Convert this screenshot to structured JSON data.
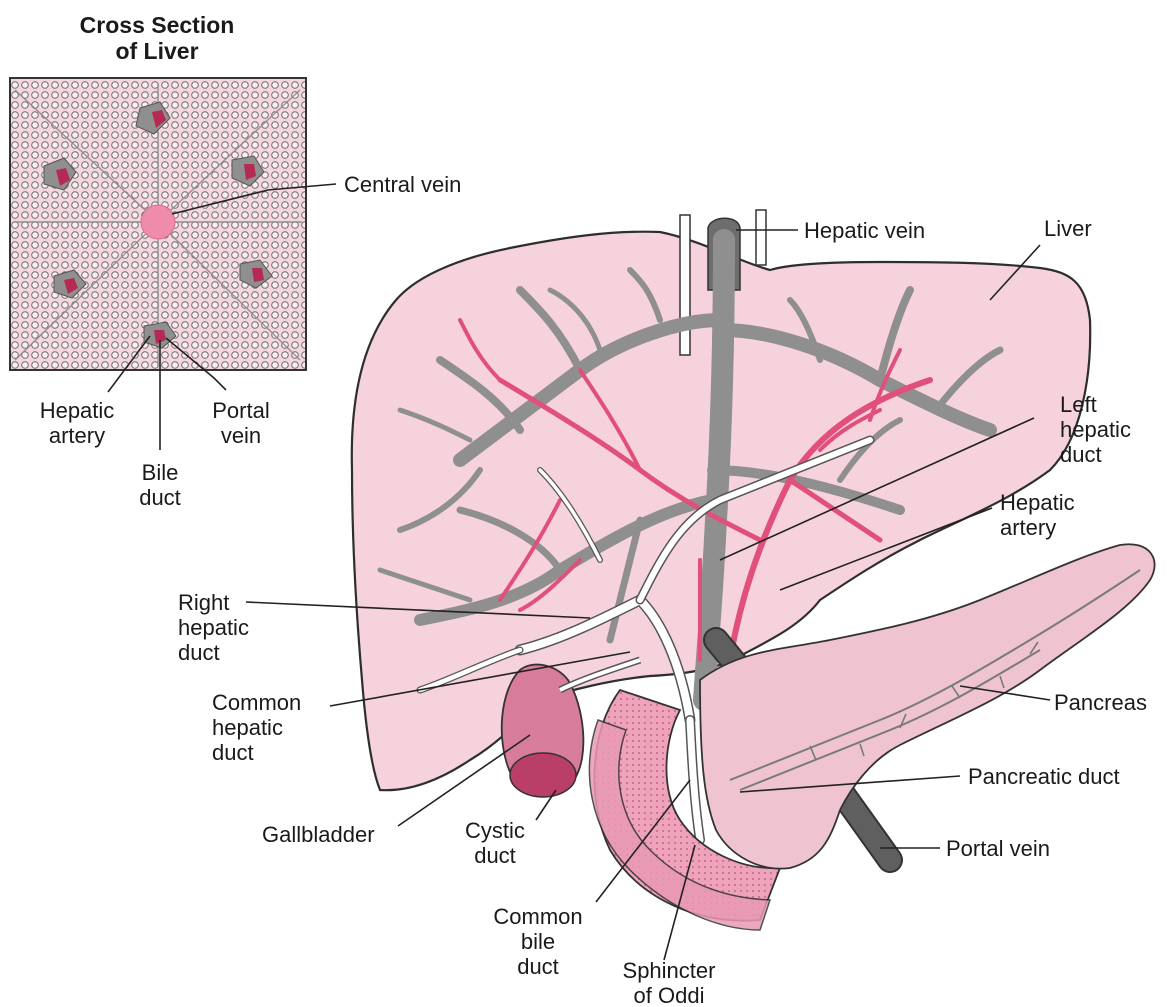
{
  "inset": {
    "title": "Cross Section\nof Liver",
    "labels": {
      "central_vein": "Central vein",
      "hepatic_artery": "Hepatic\nartery",
      "portal_vein": "Portal\nvein",
      "bile_duct": "Bile\nduct"
    }
  },
  "main": {
    "labels": {
      "hepatic_vein": "Hepatic vein",
      "liver": "Liver",
      "left_hepatic_duct": "Left\nhepatic\nduct",
      "hepatic_artery": "Hepatic\nartery",
      "right_hepatic_duct": "Right\nhepatic\nduct",
      "common_hepatic_duct": "Common\nhepatic\nduct",
      "pancreas": "Pancreas",
      "pancreatic_duct": "Pancreatic duct",
      "gallbladder": "Gallbladder",
      "cystic_duct": "Cystic\nduct",
      "portal_vein": "Portal vein",
      "common_bile_duct": "Common\nbile\nduct",
      "sphincter_of_oddi": "Sphincter\nof Oddi"
    }
  },
  "colors": {
    "liver_fill": "#f6d3dc",
    "vessel_gray": "#9a9a9a",
    "artery_pink": "#e0507a",
    "pancreas_fill": "#efc4d0",
    "gallbladder": "#c24a72",
    "duodenum": "#e99ab4"
  }
}
